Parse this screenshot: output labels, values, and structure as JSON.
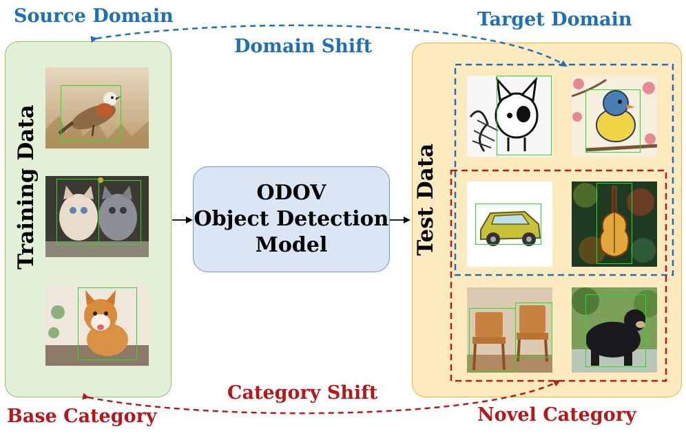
{
  "labels": {
    "source_domain": "Source Domain",
    "target_domain": "Target Domain",
    "domain_shift": "Domain Shift",
    "category_shift": "Category Shift",
    "base_category": "Base Category",
    "novel_category": "Novel Category",
    "training_data": "Training Data",
    "test_data": "Test Data"
  },
  "model": {
    "line1": "ODOV",
    "line2": "Object Detection",
    "line3": "Model"
  },
  "images": {
    "training": [
      "bird",
      "kittens",
      "corgi"
    ],
    "test": [
      "sketch-cat",
      "cartoon-bird",
      "toy-car",
      "violin",
      "chairs",
      "bear"
    ]
  },
  "colors": {
    "blue": "#1f6fb4",
    "red": "#b8171a",
    "bbox": "#22e022",
    "training_panel": "#e3efd7",
    "test_panel": "#fdeabf",
    "model_box": "#dbe6f4"
  }
}
